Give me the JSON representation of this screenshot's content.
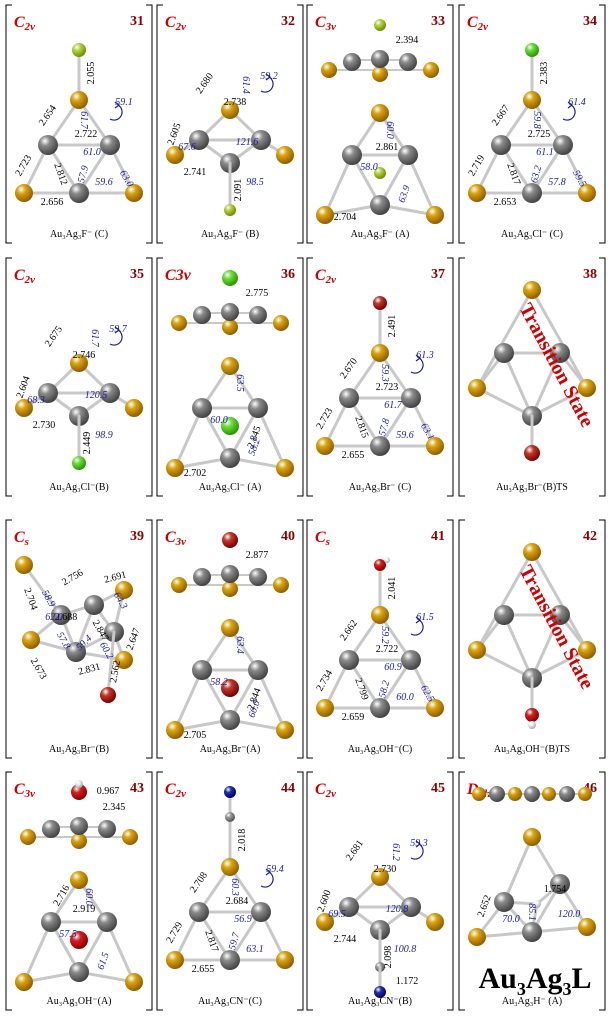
{
  "title": {
    "main": "Au",
    "sub1": "3",
    "mid": "Ag",
    "sub2": "3",
    "tail": "L"
  },
  "colors": {
    "gold": "#d9a410",
    "silver": "#8a8a8a",
    "fluorine": "#b6d345",
    "chlorine": "#6fdc3e",
    "bromine": "#c0392b",
    "oxygen": "#d42020",
    "hydrogen": "#f2f2f2",
    "carbon": "#9a9a9a",
    "nitrogen": "#2233aa",
    "id": "#8b0000",
    "sym": "#cc0000",
    "angle": "#1a1aa0",
    "ts": "#d00000"
  },
  "panels": [
    {
      "id": "31",
      "sym": "C",
      "sub": "2v",
      "cap": "Au₃Ag₃F⁻ (C)",
      "bonds": [
        "2.055",
        "2.654",
        "2.722",
        "2.723",
        "2.812",
        "2.656"
      ],
      "angles": [
        "59.1",
        "61.7",
        "61.0",
        "57.9",
        "59.6",
        "63.0"
      ]
    },
    {
      "id": "32",
      "sym": "C",
      "sub": "2v",
      "cap": "Au₃Ag₃F⁻ (B)",
      "bonds": [
        "2.680",
        "2.738",
        "2.605",
        "2.741",
        "2.091"
      ],
      "angles": [
        "61.4",
        "59.2",
        "121.6",
        "67.6",
        "98.5"
      ]
    },
    {
      "id": "33",
      "sym": "C",
      "sub": "3v",
      "cap": "Au₃Ag₃F⁻ (A)",
      "bonds": [
        "2.394",
        "2.861",
        "2.704"
      ],
      "angles": [
        "60.0",
        "58.0",
        "63.9"
      ]
    },
    {
      "id": "34",
      "sym": "C",
      "sub": "2v",
      "cap": "Au₃Ag₃Cl⁻ (C)",
      "bonds": [
        "2.383",
        "2.667",
        "2.725",
        "2.719",
        "2.817",
        "2.653"
      ],
      "angles": [
        "61.4",
        "59.8",
        "61.1",
        "63.2",
        "57.8",
        "59.5"
      ]
    },
    {
      "id": "35",
      "sym": "C",
      "sub": "2v",
      "cap": "Au₃Ag₃Cl⁻(B)",
      "bonds": [
        "2.675",
        "2.746",
        "2.604",
        "2.730",
        "2.449"
      ],
      "angles": [
        "61.7",
        "59.7",
        "120.5",
        "68.3",
        "98.9"
      ]
    },
    {
      "id": "36",
      "sym": "C3v",
      "sub": "",
      "cap": "Au₃Ag₃Cl⁻ (A)",
      "bonds": [
        "2.775",
        "2.702",
        "2.845"
      ],
      "angles": [
        "63.5",
        "60.0",
        "58.2"
      ]
    },
    {
      "id": "37",
      "sym": "C",
      "sub": "2v",
      "cap": "Au₃Ag₃Br⁻ (C)",
      "bonds": [
        "2.491",
        "2.670",
        "2.723",
        "2.723",
        "2.815",
        "2.655"
      ],
      "angles": [
        "61.3",
        "59.3",
        "61.7",
        "57.8",
        "59.6",
        "63.1"
      ]
    },
    {
      "id": "38",
      "sym": "",
      "sub": "",
      "cap": "Au₃Ag₃Br⁻(B)TS",
      "ts": "Transition State"
    },
    {
      "id": "39",
      "sym": "C",
      "sub": "s",
      "cap": "Au₃Ag₃Br⁻(B)",
      "bonds": [
        "2.756",
        "2.691",
        "2.704",
        "2.688",
        "2.847",
        "2.647",
        "2.673",
        "2.831",
        "2.562"
      ],
      "angles": [
        "58.9",
        "62.0",
        "64.3",
        "57.8",
        "59.4",
        "60.2"
      ]
    },
    {
      "id": "40",
      "sym": "C",
      "sub": "3v",
      "cap": "Au₃Ag₃Br⁻(A)",
      "bonds": [
        "2.877",
        "2.705",
        "2.844"
      ],
      "angles": [
        "63.4",
        "58.2",
        "60.0"
      ]
    },
    {
      "id": "41",
      "sym": "C",
      "sub": "s",
      "cap": "Au₃Ag₃OH⁻(C)",
      "bonds": [
        "2.041",
        "2.662",
        "2.722",
        "2.734",
        "2.799",
        "2.659"
      ],
      "angles": [
        "61.5",
        "59.2",
        "60.9",
        "58.2",
        "60.0",
        "62.5"
      ]
    },
    {
      "id": "42",
      "sym": "",
      "sub": "",
      "cap": "Au₃Ag₃OH⁻(B)TS",
      "ts": "Transition State"
    },
    {
      "id": "43",
      "sym": "C",
      "sub": "3v",
      "cap": "Au₃Ag₃OH⁻(A)",
      "bonds": [
        "0.967",
        "2.345",
        "2.716",
        "2.919"
      ],
      "angles": [
        "60.0",
        "57.5",
        "61.5"
      ]
    },
    {
      "id": "44",
      "sym": "C",
      "sub": "2v",
      "cap": "Au₃Ag₃CN⁻(C)",
      "bonds": [
        "2.018",
        "2.708",
        "2.684",
        "2.729",
        "2.817",
        "2.655"
      ],
      "angles": [
        "59.4",
        "60.3",
        "56.9",
        "59.7",
        "63.1"
      ]
    },
    {
      "id": "45",
      "sym": "C",
      "sub": "2v",
      "cap": "Au₃Ag₃CN⁻(B)",
      "bonds": [
        "2.681",
        "2.730",
        "2.600",
        "2.744",
        "2.098",
        "1.172"
      ],
      "angles": [
        "61.2",
        "59.3",
        "120.8",
        "69.5",
        "100.8"
      ]
    },
    {
      "id": "46",
      "sym": "D",
      "sub": "3h",
      "cap": "Au₃Ag₃H⁻ (A)",
      "bonds": [
        "1.754",
        "2.652"
      ],
      "angles": [
        "85.1",
        "70.0",
        "120.0"
      ]
    }
  ]
}
